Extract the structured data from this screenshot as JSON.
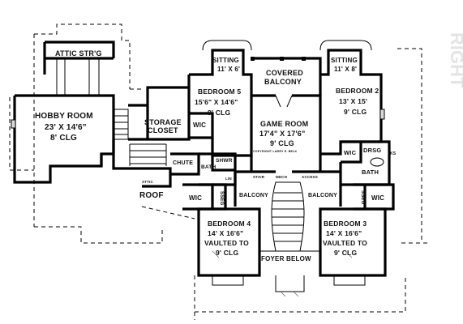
{
  "plan": {
    "rooms": {
      "attic_stair": "ATTIC STR'G",
      "hobby_room": [
        "HOBBY ROOM",
        "23' X 14'6\"",
        "8' CLG"
      ],
      "storage_closet": [
        "STORAGE",
        "CLOSET"
      ],
      "wic_bed5": "WIC",
      "sitting_left": [
        "SITTING",
        "11' X 6'"
      ],
      "bedroom_5": [
        "BEDROOM 5",
        "15'6\" X 14'6\"",
        "9' CLG"
      ],
      "covered_balcony": [
        "COVERED",
        "BALCONY"
      ],
      "sitting_right": [
        "SITTING",
        "11' X 8'"
      ],
      "bedroom_2": [
        "BEDROOM 2",
        "13' X 15'",
        "9' CLG"
      ],
      "game_room": [
        "GAME ROOM",
        "17'4\" X 17'6\"",
        "9' CLG"
      ],
      "copyright": "COPYRIGHT LARRY E. BELK",
      "wic_right": "WIC",
      "drsg": "DRSG",
      "bath_right": "BATH",
      "shwr": "SHWR",
      "bath_left": "BATH",
      "chute": "CHUTE",
      "roof": "ROOF",
      "wic_left": "WIC",
      "balcony_left": "BALCONY",
      "balcony_right": "BALCONY",
      "wic_bed3": "WIC",
      "bedroom_4": [
        "BEDROOM 4",
        "14' X 16'6\"",
        "VAULTED TO",
        "9' CLG"
      ],
      "foyer_below": "FOYER BELOW",
      "bedroom_3": [
        "BEDROOM 3",
        "14' X 16'6\"",
        "VAULTED TO",
        "9' CLG"
      ],
      "stair_label": "STAIR",
      "sseg_left": "SSEG",
      "sseg_right": "SSEG",
      "ks": "KS",
      "attic_small": "ATTIC",
      "lin": "LIN",
      "mech": "MECH",
      "access": "ACCESS"
    },
    "watermark": "RIGHT"
  }
}
